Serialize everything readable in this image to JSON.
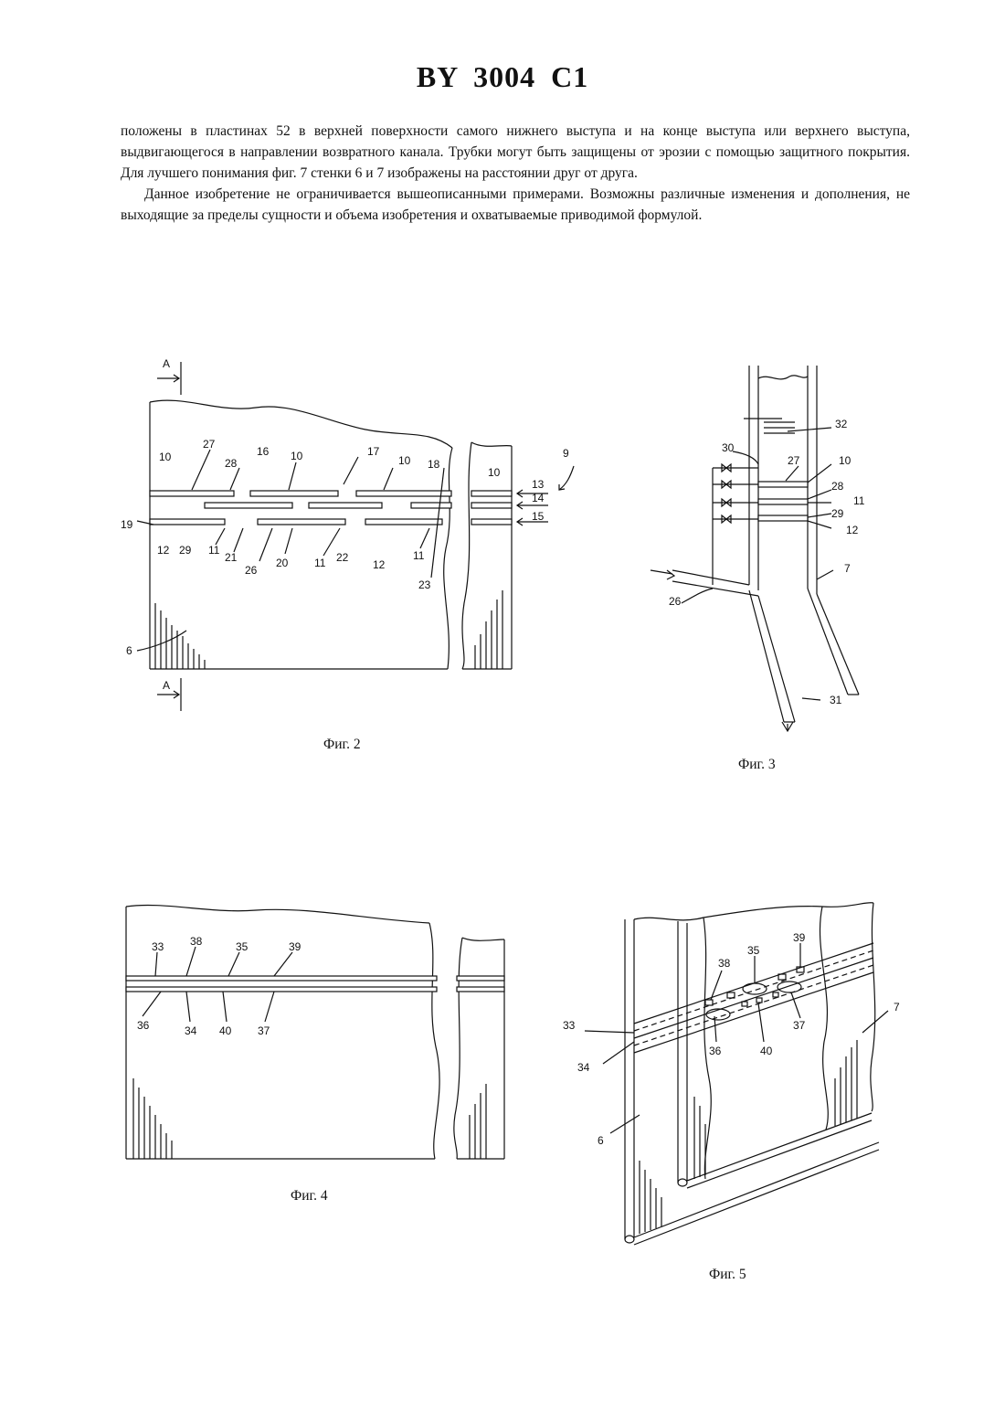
{
  "header": {
    "doc_number": "BY 3004 C1"
  },
  "text": {
    "paragraph1": "положены в пластинах 52 в верхней поверхности самого нижнего выступа и на конце выступа или верхнего выступа, выдвигающегося в направлении возвратного канала. Трубки могут быть защищены от эрозии с помощью защитного покрытия. Для лучшего понимания фиг. 7 стенки 6 и 7 изображены на расстоянии друг от друга.",
    "paragraph2": "Данное изобретение не ограничивается вышеописанными примерами. Возможны различные изменения и дополнения, не выходящие за пределы сущности и объема изобретения и охватываемые приводимой формулой."
  },
  "figures": {
    "fig2": {
      "caption": "Фиг. 2",
      "section_marker": "A",
      "labels": [
        "10",
        "27",
        "16",
        "10",
        "17",
        "10",
        "18",
        "10",
        "9",
        "28",
        "13",
        "14",
        "15",
        "19",
        "12",
        "29",
        "11",
        "21",
        "26",
        "20",
        "11",
        "22",
        "12",
        "11",
        "23",
        "6"
      ]
    },
    "fig3": {
      "caption": "Фиг. 3",
      "labels": [
        "32",
        "30",
        "27",
        "10",
        "28",
        "11",
        "29",
        "12",
        "7",
        "26",
        "31"
      ]
    },
    "fig4": {
      "caption": "Фиг. 4",
      "labels": [
        "33",
        "38",
        "35",
        "39",
        "36",
        "34",
        "40",
        "37"
      ]
    },
    "fig5": {
      "caption": "Фиг. 5",
      "labels": [
        "39",
        "38",
        "35",
        "33",
        "36",
        "40",
        "37",
        "7",
        "34",
        "6"
      ]
    }
  }
}
